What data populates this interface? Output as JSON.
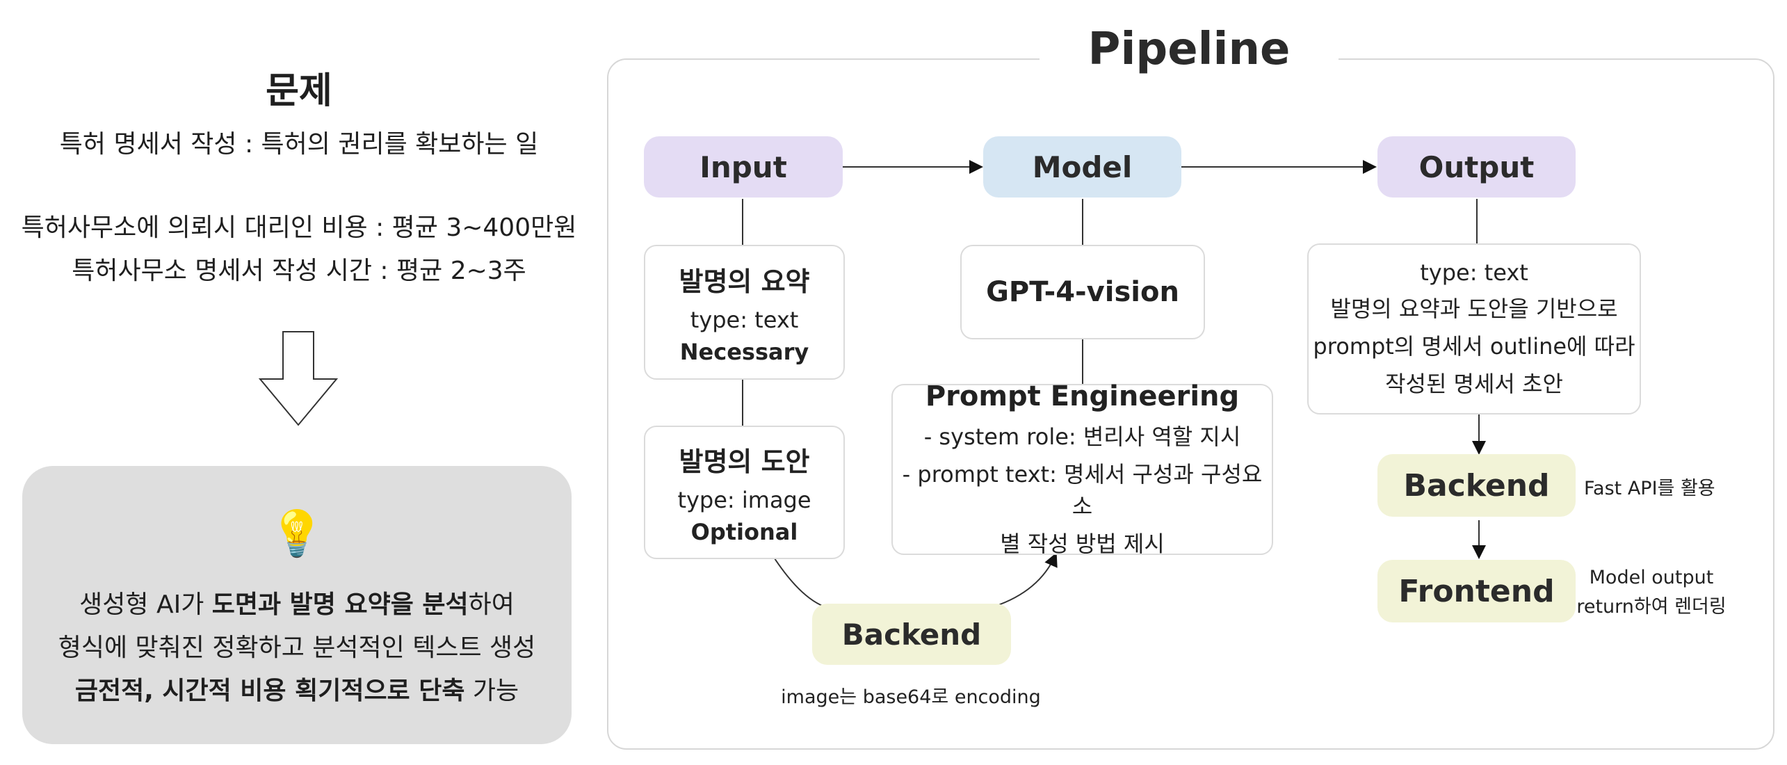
{
  "left": {
    "title": "문제",
    "lines": [
      "특허 명세서 작성 : 특허의 권리를 확보하는 일",
      "특허사무소에 의뢰시 대리인 비용 : 평균 3~400만원",
      "특허사무소 명세서 작성 시간 : 평균 2~3주"
    ],
    "idea_card": {
      "icon": "lightbulb-icon",
      "line1_a": "생성형 AI가 ",
      "line1_b": "도면과 발명 요약을 분석",
      "line1_c": "하여",
      "line2": "형식에 맞춰진 정확하고 분석적인 텍스트 생성",
      "line3_a": "금전적, 시간적 비용 획기적으로 단축",
      "line3_b": " 가능"
    }
  },
  "pipeline": {
    "title": "Pipeline",
    "input_label": "Input",
    "model_label": "Model",
    "output_label": "Output",
    "input_boxes": [
      {
        "title": "발명의 요약",
        "type": "type: text",
        "flag": "Necessary"
      },
      {
        "title": "발명의 도안",
        "type": "type: image",
        "flag": "Optional"
      }
    ],
    "model_box": "GPT-4-vision",
    "prompt": {
      "title": "Prompt Engineering",
      "line1": "- system role: 변리사 역할 지시",
      "line2": "- prompt text: 명세서 구성과 구성요소",
      "line3": "별 작성 방법 제시"
    },
    "output_box": {
      "line1": "type: text",
      "line2": "발명의 요약과 도안을 기반으로",
      "line3": "prompt의 명세서 outline에 따라",
      "line4": "작성된 명세서 초안"
    },
    "backend_left": {
      "label": "Backend",
      "note": "image는 base64로 encoding"
    },
    "backend_right": {
      "label": "Backend",
      "note": "Fast API를 활용"
    },
    "frontend": {
      "label": "Frontend",
      "note1": "Model output",
      "note2": "return하여 렌더링"
    }
  },
  "colors": {
    "input_output": "#e4dcf4",
    "model": "#d6e6f3",
    "backend": "#f2f3d7",
    "card": "#dedede"
  }
}
